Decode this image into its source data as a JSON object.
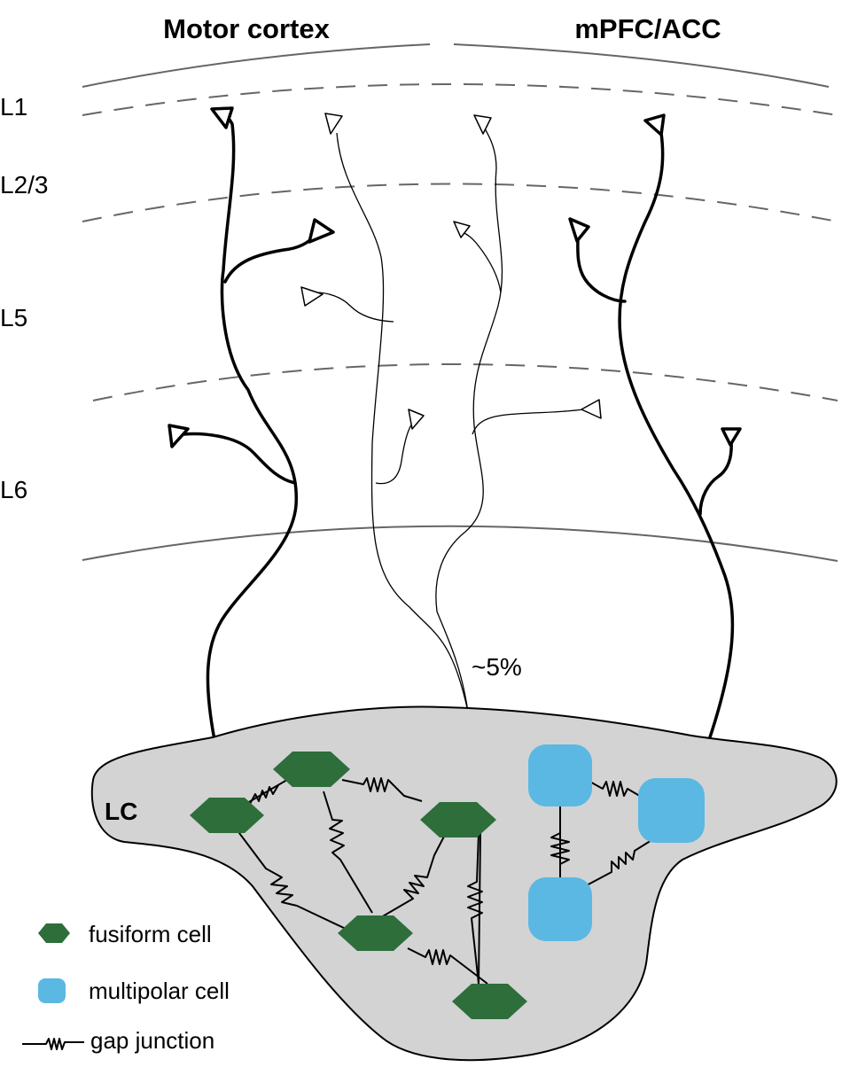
{
  "headers": {
    "left": "Motor cortex",
    "right": "mPFC/ACC"
  },
  "layers": {
    "l1": "L1",
    "l23": "L2/3",
    "l5": "L5",
    "l6": "L6"
  },
  "percent_label": "~5%",
  "lc_label": "LC",
  "legend": {
    "fusiform": "fusiform cell",
    "multipolar": "multipolar cell",
    "gap": "gap junction"
  },
  "colors": {
    "fusiform": "#2d6e3b",
    "multipolar": "#5bb8e3",
    "lc_fill": "#d3d3d3",
    "line": "#000000",
    "boundary": "#666666"
  }
}
